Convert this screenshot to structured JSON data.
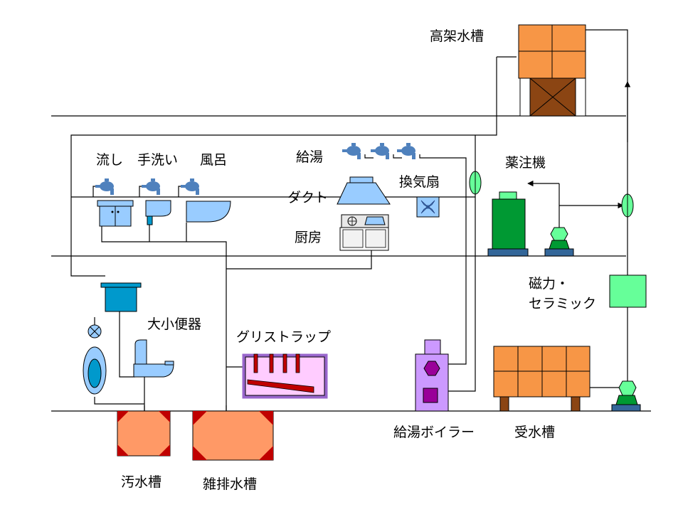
{
  "labels": {
    "elevated_tank": "高架水槽",
    "sink": "流し",
    "handwash": "手洗い",
    "bath": "風呂",
    "hot_water": "給湯",
    "duct": "ダクト",
    "kitchen": "厨房",
    "ventilation_fan": "換気扇",
    "chemical_injector": "薬注機",
    "magnetic_ceramic_line1": "磁力・",
    "magnetic_ceramic_line2": "セラミック",
    "toilet": "大小便器",
    "grease_trap": "グリストラップ",
    "boiler": "給湯ボイラー",
    "receiving_tank": "受水槽",
    "sewage_tank": "汚水槽",
    "drain_tank": "雑排水槽"
  },
  "colors": {
    "tank_orange": "#F79646",
    "tank_base_brown": "#8B4513",
    "pit_fill": "#FF9966",
    "pit_corner": "#C00000",
    "faucet_blue": "#4F81BD",
    "fixture_blue": "#99CCFF",
    "cistern_blue": "#0099CC",
    "equipment_green": "#009933",
    "treatment_green": "#66FF99",
    "boiler_purple": "#CC99FF",
    "boiler_magenta": "#990099",
    "pump_base_blue": "#336699",
    "grease_trap_fill": "#FFCCFF",
    "grease_trap_red": "#C00000",
    "pipe": "#000000"
  }
}
